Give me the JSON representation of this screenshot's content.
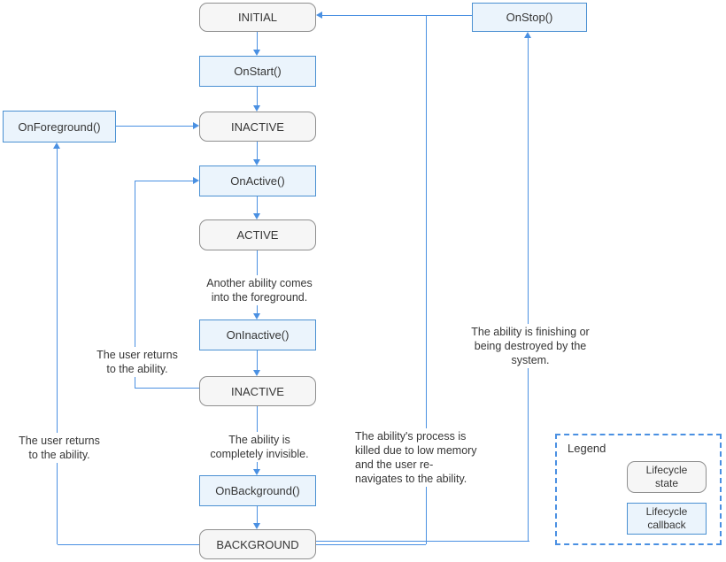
{
  "nodes": {
    "initial": "INITIAL",
    "on_start": "OnStart()",
    "inactive_1": "INACTIVE",
    "on_active": "OnActive()",
    "active": "ACTIVE",
    "on_inactive": "OnInactive()",
    "inactive_2": "INACTIVE",
    "on_background": "OnBackground()",
    "background": "BACKGROUND",
    "on_foreground": "OnForeground()",
    "on_stop": "OnStop()"
  },
  "annotations": {
    "another_ability": "Another ability comes\ninto the foreground.",
    "user_returns_to_active": "The user returns\nto the ability.",
    "user_returns_to_foreground": "The user returns\nto the ability.",
    "completely_invisible": "The ability is\ncompletely invisible.",
    "process_killed": "The ability's process is\nkilled due to low memory\nand the user re-\nnavigates to the ability.",
    "finishing": "The ability is finishing or\nbeing destroyed by the\nsystem."
  },
  "legend": {
    "title": "Legend",
    "state": "Lifecycle\nstate",
    "callback": "Lifecycle\ncallback"
  },
  "colors": {
    "line": "#4a90e2",
    "state_fill": "#f6f6f6",
    "state_border": "#8f8f8f",
    "callback_fill": "#ebf4fc",
    "callback_border": "#4a90d2"
  }
}
